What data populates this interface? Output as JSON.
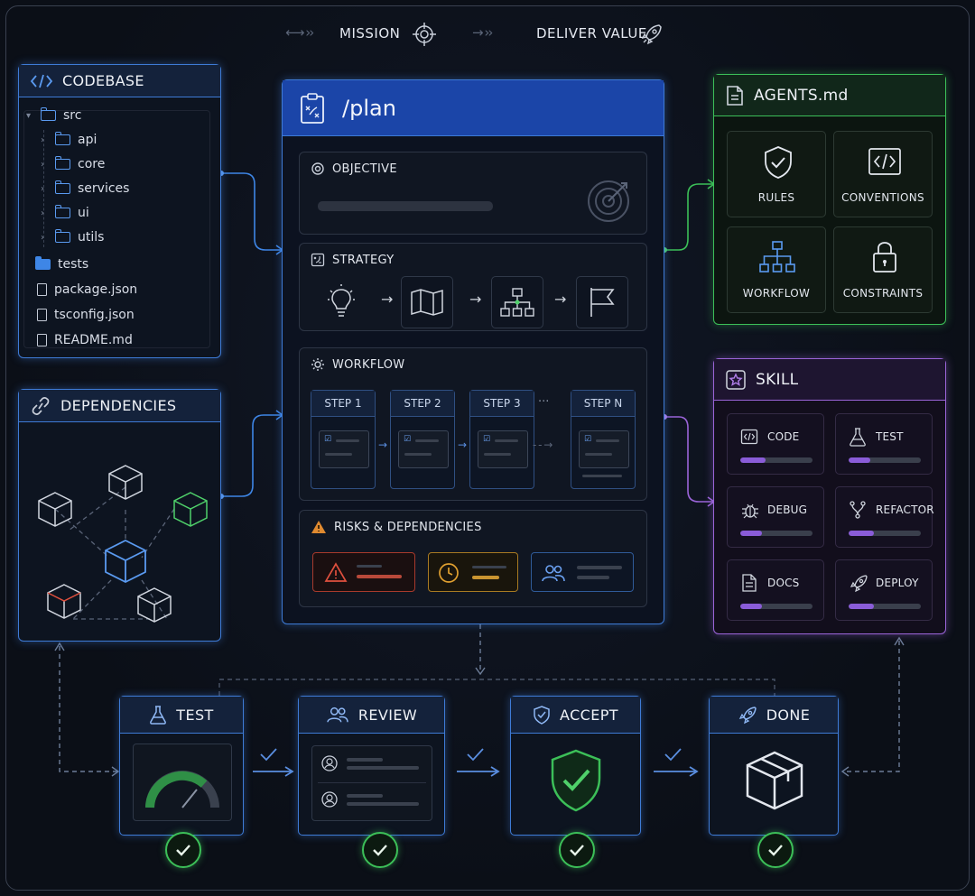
{
  "header": {
    "mission": "MISSION",
    "deliver": "DELIVER VALUE"
  },
  "codebase": {
    "title": "CODEBASE",
    "tree": [
      {
        "label": "src",
        "type": "folder"
      },
      {
        "label": "api",
        "type": "folder"
      },
      {
        "label": "core",
        "type": "folder"
      },
      {
        "label": "services",
        "type": "folder"
      },
      {
        "label": "ui",
        "type": "folder"
      },
      {
        "label": "utils",
        "type": "folder"
      },
      {
        "label": "tests",
        "type": "folder"
      },
      {
        "label": "package.json",
        "type": "file"
      },
      {
        "label": "tsconfig.json",
        "type": "file"
      },
      {
        "label": "README.md",
        "type": "file"
      }
    ]
  },
  "dependencies": {
    "title": "DEPENDENCIES"
  },
  "plan": {
    "title": "/plan",
    "objective": "OBJECTIVE",
    "strategy": "STRATEGY",
    "workflow": "WORKFLOW",
    "steps": [
      "STEP 1",
      "STEP 2",
      "STEP 3",
      "STEP N"
    ],
    "ellipsis": "...",
    "risks": "RISKS & DEPENDENCIES"
  },
  "agents": {
    "title": "AGENTS.md",
    "tiles": [
      "RULES",
      "CONVENTIONS",
      "WORKFLOW",
      "CONSTRAINTS"
    ]
  },
  "skill": {
    "title": "SKILL",
    "tiles": [
      {
        "label": "CODE",
        "level": 0.35
      },
      {
        "label": "TEST",
        "level": 0.3
      },
      {
        "label": "DEBUG",
        "level": 0.3
      },
      {
        "label": "REFACTOR",
        "level": 0.35
      },
      {
        "label": "DOCS",
        "level": 0.3
      },
      {
        "label": "DEPLOY",
        "level": 0.35
      }
    ]
  },
  "stages": [
    "TEST",
    "REVIEW",
    "ACCEPT",
    "DONE"
  ],
  "colors": {
    "blue": "#3e7bd6",
    "green": "#3cbf58",
    "purple": "#9a64d8",
    "red": "#d9503f",
    "amber": "#e0a030"
  }
}
